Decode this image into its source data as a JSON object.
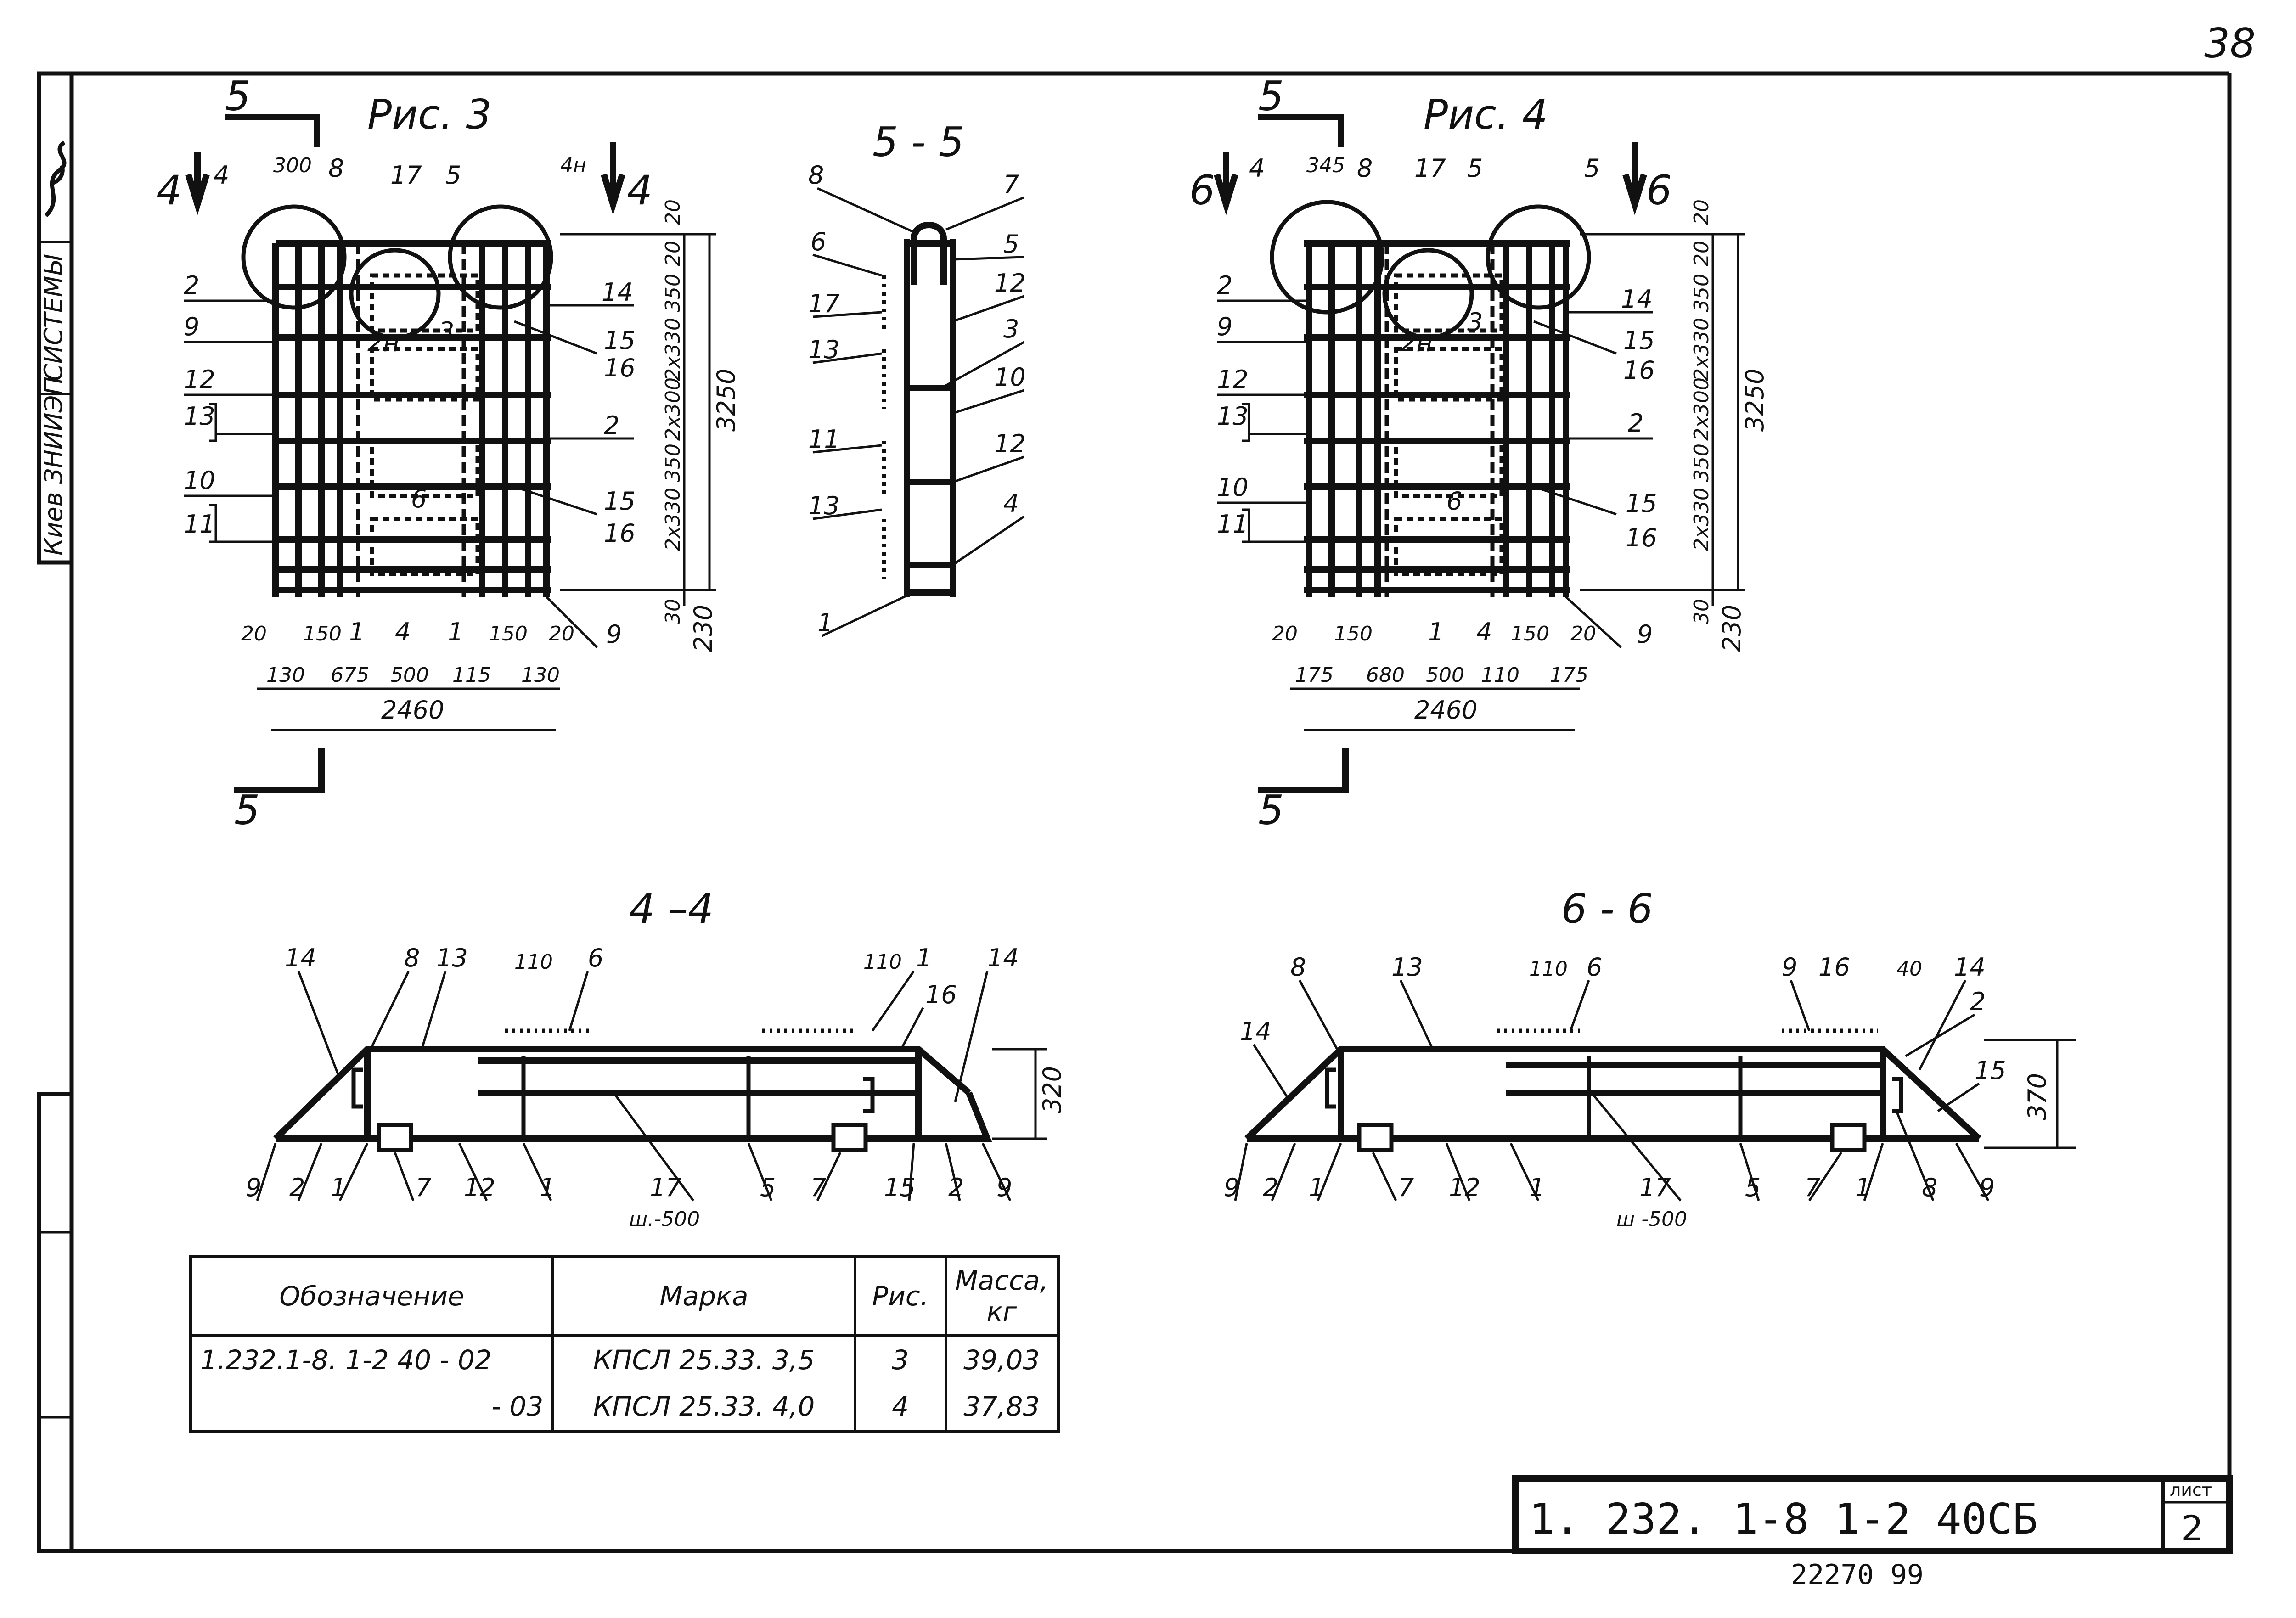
{
  "sheet_number_corner": "38",
  "side_stamp": {
    "org": "Киев ЗНИИЭП",
    "dept": "СИСТЕМЫ"
  },
  "fig3": {
    "title": "Рис. 3",
    "section_mark_5": "5",
    "section_mark_4": "4",
    "dims_top": [
      "300",
      "4н"
    ],
    "dims_right": [
      "20",
      "20",
      "350",
      "2х330",
      "2х300",
      "350",
      "2х330",
      "30",
      "230"
    ],
    "overall_height": "3250",
    "dims_bottom_row1": [
      "20",
      "150",
      "1",
      "4",
      "1",
      "150",
      "20"
    ],
    "dims_bottom_row2": [
      "130",
      "675",
      "500",
      "115",
      "130"
    ],
    "overall_width": "2460",
    "callouts_left": [
      "4",
      "8",
      "17",
      "5",
      "2",
      "9",
      "12",
      "13",
      "10",
      "11"
    ],
    "callouts_inner": [
      "2н",
      "3",
      "6"
    ],
    "callouts_right": [
      "14",
      "15",
      "16",
      "2",
      "15",
      "16",
      "9"
    ]
  },
  "fig4": {
    "title": "Рис. 4",
    "section_mark_5": "5",
    "section_mark_6": "6",
    "dims_top": [
      "345"
    ],
    "dims_right": [
      "20",
      "20",
      "350",
      "2х330",
      "2х300",
      "350",
      "2х330",
      "30",
      "230"
    ],
    "overall_height": "3250",
    "dims_bottom_row1": [
      "20",
      "150",
      "1",
      "4",
      "150",
      "20"
    ],
    "dims_bottom_row2": [
      "175",
      "680",
      "500",
      "110",
      "175"
    ],
    "overall_width": "2460",
    "callouts_left": [
      "4",
      "8",
      "17",
      "5",
      "5",
      "2",
      "9",
      "12",
      "13",
      "10",
      "11"
    ],
    "callouts_inner": [
      "2н",
      "3",
      "6"
    ],
    "callouts_right": [
      "14",
      "15",
      "16",
      "2",
      "15",
      "16",
      "9"
    ]
  },
  "section_5_5": {
    "title": "5 - 5",
    "callouts_left": [
      "8",
      "6",
      "17",
      "13",
      "11",
      "13",
      "1"
    ],
    "callouts_right": [
      "7",
      "5",
      "12",
      "3",
      "10",
      "12",
      "4"
    ]
  },
  "section_4_4": {
    "title": "4 –4",
    "callouts_top": [
      "14",
      "8",
      "13",
      "110",
      "6",
      "110",
      "1",
      "14",
      "16"
    ],
    "height_dim": "320",
    "callouts_bottom": [
      "9",
      "2",
      "1",
      "7",
      "12",
      "1",
      "17",
      "5",
      "7",
      "15",
      "2",
      "9"
    ],
    "width_note": "ш.-500"
  },
  "section_6_6": {
    "title": "6 - 6",
    "callouts_top": [
      "8",
      "13",
      "110",
      "6",
      "9",
      "16",
      "40",
      "14",
      "14",
      "2",
      "15"
    ],
    "height_dim": "370",
    "callouts_bottom": [
      "9",
      "2",
      "1",
      "7",
      "12",
      "1",
      "17",
      "5",
      "7",
      "1",
      "8",
      "9"
    ],
    "width_note": "ш -500"
  },
  "spec_table": {
    "headers": [
      "Обозначение",
      "Марка",
      "Рис.",
      "Масса, кг"
    ],
    "rows": [
      {
        "designation": "1.232.1-8. 1-2   40 - 02",
        "mark": "КПСЛ 25.33. 3,5",
        "fig": "3",
        "mass": "39,03"
      },
      {
        "designation": "- 03",
        "mark": "КПСЛ 25.33. 4,0",
        "fig": "4",
        "mass": "37,83"
      }
    ]
  },
  "title_block": {
    "code": "1. 232. 1-8  1-2  40СБ",
    "sheet_label": "лист",
    "sheet_no": "2",
    "inventory": "22270   99"
  },
  "colors": {
    "ink": "#111111",
    "paper": "#ffffff"
  }
}
